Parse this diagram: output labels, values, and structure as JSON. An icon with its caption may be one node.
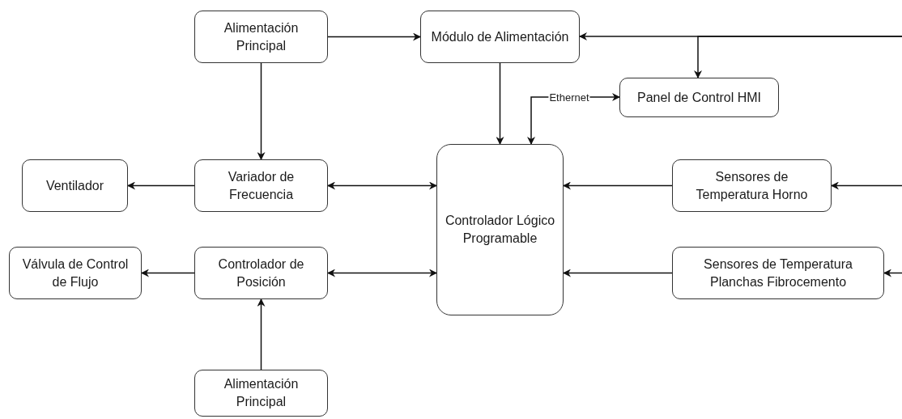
{
  "diagram": {
    "nodes": [
      {
        "text": [
          "Alimentación Principal"
        ]
      },
      {
        "text": [
          "Módulo de Alimentación"
        ]
      },
      {
        "text": [
          "Panel de Control HMI"
        ]
      },
      {
        "text": [
          "Ventilador"
        ]
      },
      {
        "text": [
          "Variador de Frecuencia"
        ]
      },
      {
        "text": [
          "Controlador Lógico Programable"
        ]
      },
      {
        "text": [
          "Sensores de Temperatura Horno"
        ]
      },
      {
        "text": [
          "Válvula de Control de Flujo"
        ]
      },
      {
        "text": [
          "Controlador de Posición"
        ]
      },
      {
        "text": [
          "Sensores de Temperatura Planchas Fibrocemento"
        ]
      },
      {
        "text": [
          "Alimentación Principal"
        ]
      }
    ],
    "edges": [
      {
        "from": 0,
        "to": 1,
        "arrow": "to"
      },
      {
        "from": null,
        "to": 1,
        "arrow": "to"
      },
      {
        "from": null,
        "to": 2,
        "arrow": "to"
      },
      {
        "from": 0,
        "to": 4,
        "arrow": "to"
      },
      {
        "from": 1,
        "to": 5,
        "arrow": "to"
      },
      {
        "from": 5,
        "to": 2,
        "arrow": "both",
        "label": "Ethernet"
      },
      {
        "from": 4,
        "to": 3,
        "arrow": "to"
      },
      {
        "from": 4,
        "to": 5,
        "arrow": "both"
      },
      {
        "from": 6,
        "to": 5,
        "arrow": "to"
      },
      {
        "from": null,
        "to": 6,
        "arrow": "to"
      },
      {
        "from": 8,
        "to": 7,
        "arrow": "to"
      },
      {
        "from": 8,
        "to": 5,
        "arrow": "both"
      },
      {
        "from": 9,
        "to": 5,
        "arrow": "to"
      },
      {
        "from": null,
        "to": 9,
        "arrow": "to"
      },
      {
        "from": 10,
        "to": 8,
        "arrow": "to"
      }
    ]
  }
}
